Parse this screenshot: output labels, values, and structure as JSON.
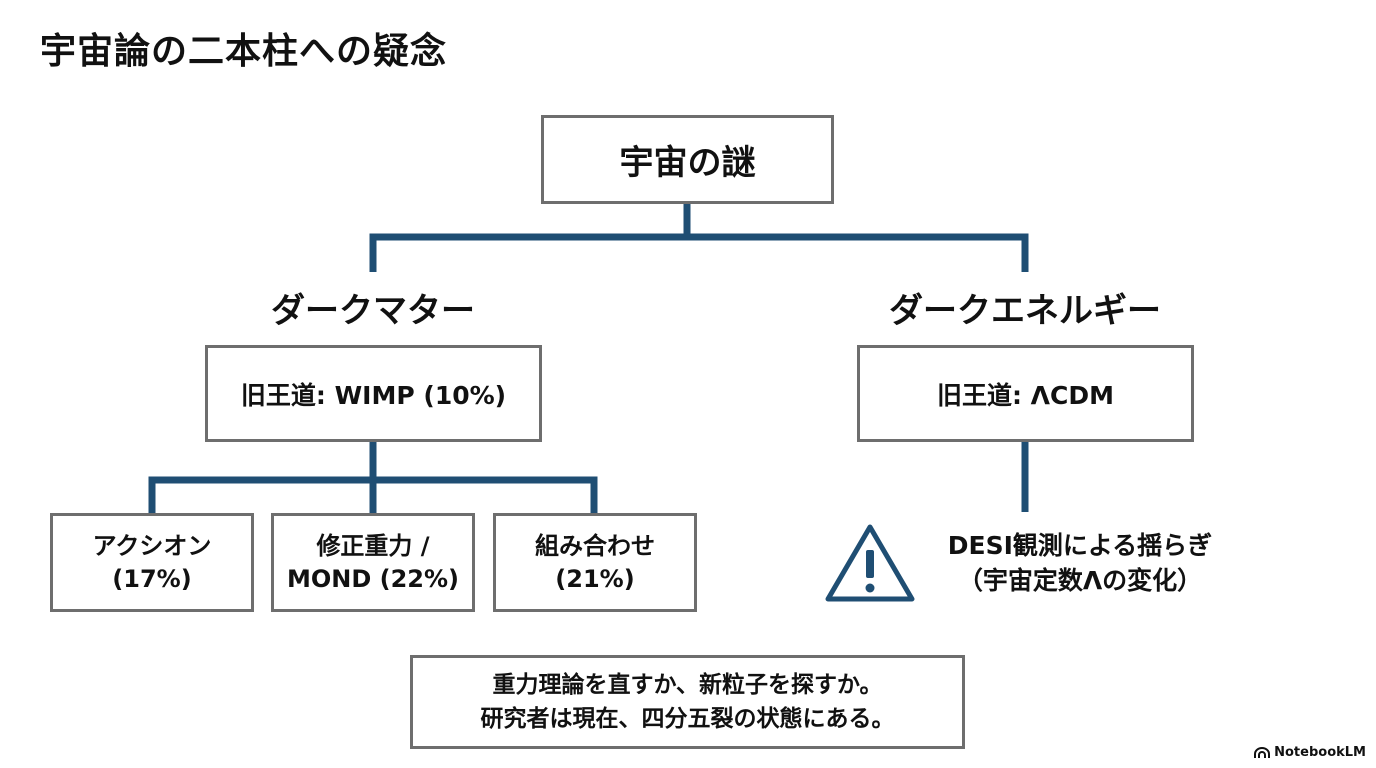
{
  "title": "宇宙論の二本柱への疑念",
  "root": {
    "label": "宇宙の謎"
  },
  "dark_matter": {
    "heading": "ダークマター",
    "old_paradigm": "旧王道: WIMP (10%)",
    "alternatives": [
      {
        "line1": "アクシオン",
        "line2": "(17%)"
      },
      {
        "line1": "修正重力 /",
        "line2": "MOND (22%)"
      },
      {
        "line1": "組み合わせ",
        "line2": "(21%)"
      }
    ]
  },
  "dark_energy": {
    "heading": "ダークエネルギー",
    "old_paradigm": "旧王道: ΛCDM",
    "observation": {
      "line1": "DESI観測による揺らぎ",
      "line2": "（宇宙定数Λの変化）",
      "icon": "warning-icon"
    }
  },
  "summary": {
    "line1": "重力理論を直すか、新粒子を探すか。",
    "line2": "研究者は現在、四分五裂の状態にある。"
  },
  "brand": {
    "name": "NotebookLM",
    "icon": "notebooklm-logo-icon"
  },
  "colors": {
    "connector": "#1f4e73",
    "box_border": "#6e6e6e",
    "warning": "#1f4e73"
  }
}
